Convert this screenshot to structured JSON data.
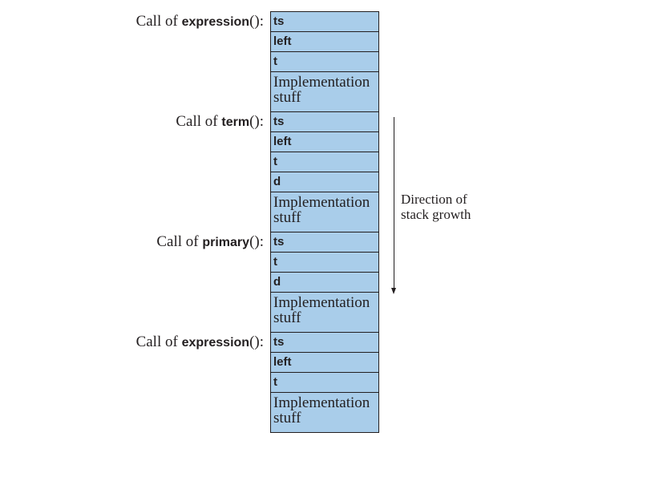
{
  "frames": [
    {
      "call_prefix": "Call of ",
      "function": "expression",
      "call_suffix": "():",
      "cells": [
        {
          "kind": "var",
          "text": "ts"
        },
        {
          "kind": "var",
          "text": "left"
        },
        {
          "kind": "var",
          "text": "t"
        },
        {
          "kind": "impl",
          "line1": "Implementation",
          "line2": "stuff"
        }
      ]
    },
    {
      "call_prefix": "Call of ",
      "function": "term",
      "call_suffix": "():",
      "cells": [
        {
          "kind": "var",
          "text": "ts"
        },
        {
          "kind": "var",
          "text": "left"
        },
        {
          "kind": "var",
          "text": "t"
        },
        {
          "kind": "var",
          "text": "d"
        },
        {
          "kind": "impl",
          "line1": "Implementation",
          "line2": "stuff"
        }
      ]
    },
    {
      "call_prefix": "Call of ",
      "function": "primary",
      "call_suffix": "():",
      "cells": [
        {
          "kind": "var",
          "text": "ts"
        },
        {
          "kind": "var",
          "text": "t"
        },
        {
          "kind": "var",
          "text": "d"
        },
        {
          "kind": "impl",
          "line1": "Implementation",
          "line2": "stuff"
        }
      ]
    },
    {
      "call_prefix": "Call of ",
      "function": "expression",
      "call_suffix": "():",
      "cells": [
        {
          "kind": "var",
          "text": "ts"
        },
        {
          "kind": "var",
          "text": "left"
        },
        {
          "kind": "var",
          "text": "t"
        },
        {
          "kind": "impl",
          "line1": "Implementation",
          "line2": "stuff"
        }
      ]
    }
  ],
  "growth_annotation": {
    "line1": "Direction of",
    "line2": "stack growth"
  },
  "colors": {
    "cell_fill": "#a9cdea",
    "ink": "#231f20"
  }
}
